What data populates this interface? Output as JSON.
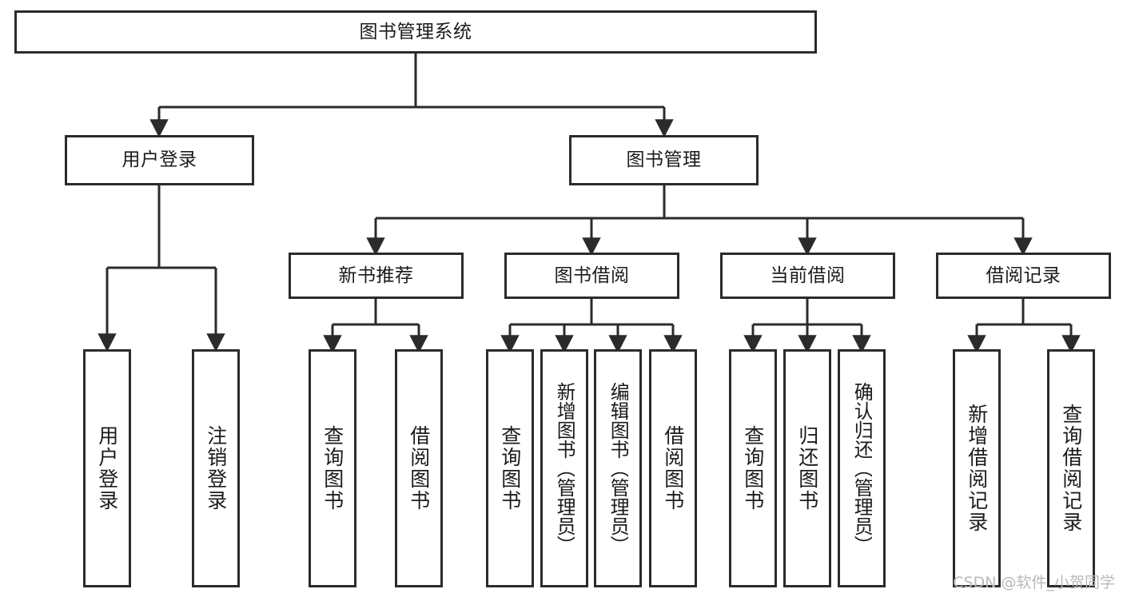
{
  "diagram": {
    "title": "图书管理系统",
    "type": "hierarchy-tree",
    "line_color": "#2b2b2b",
    "box_fill": "#ffffff",
    "text_color": "#1b1b1b",
    "levels": {
      "level0": {
        "label": "图书管理系统"
      },
      "level1": [
        {
          "label": "用户登录"
        },
        {
          "label": "图书管理"
        }
      ],
      "level2": [
        {
          "label": "新书推荐"
        },
        {
          "label": "图书借阅"
        },
        {
          "label": "当前借阅"
        },
        {
          "label": "借阅记录"
        }
      ],
      "level3": {
        "user_login_children": [
          {
            "label": "用户登录"
          },
          {
            "label": "注销登录"
          }
        ],
        "new_book_children": [
          {
            "label": "查询图书"
          },
          {
            "label": "借阅图书"
          }
        ],
        "borrow_children": [
          {
            "label": "查询图书"
          },
          {
            "label": "新增图书（管理员）"
          },
          {
            "label": "编辑图书（管理员）"
          },
          {
            "label": "借阅图书"
          }
        ],
        "current_borrow_children": [
          {
            "label": "查询图书"
          },
          {
            "label": "归还图书"
          },
          {
            "label": "确认归还（管理员）"
          }
        ],
        "record_children": [
          {
            "label": "新增借阅记录"
          },
          {
            "label": "查询借阅记录"
          }
        ]
      }
    }
  },
  "watermark": {
    "text": "CSDN @软件_小贺同学",
    "color": "#b9b9b9"
  }
}
